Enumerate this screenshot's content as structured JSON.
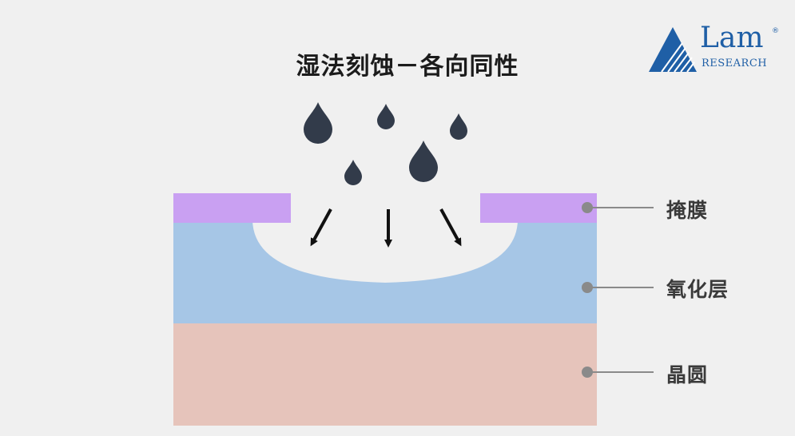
{
  "title": "湿法刻蚀－各向同性",
  "logo": {
    "word": "Lam",
    "subtitle": "RESEARCH",
    "registered": "®"
  },
  "labels": {
    "mask": "掩膜",
    "oxide": "氧化层",
    "wafer": "晶圆"
  },
  "colors": {
    "background": "#f0f0f0",
    "mask": "#c9a0f2",
    "oxide": "#a6c6e6",
    "wafer": "#e6c4bb",
    "cavity": "#f0f0f0",
    "droplet": "#323b4a",
    "arrow": "#111111",
    "leader": "#8a8a8a",
    "logo": "#1f5fa6"
  }
}
